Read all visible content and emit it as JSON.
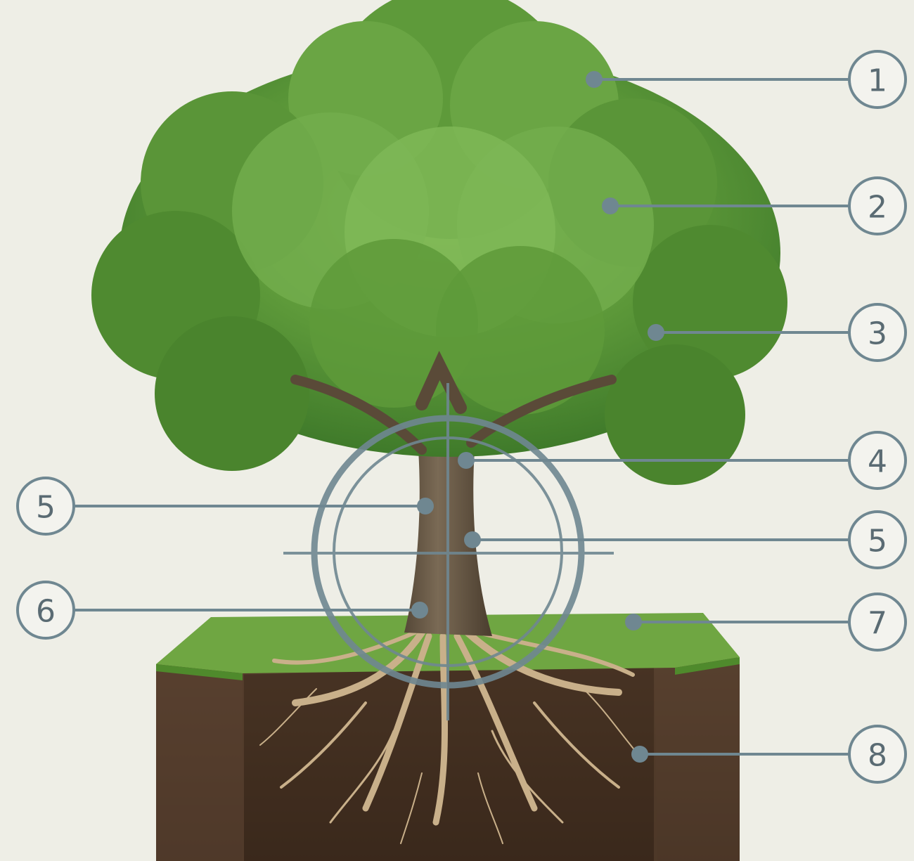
{
  "colors": {
    "background": "#eeeee6",
    "callout": "#6f8791",
    "callout_text": "#5a6b73",
    "foliage_dark": "#3f7a2a",
    "foliage_mid": "#5e9a3a",
    "foliage_light": "#8cc05a",
    "bark": "#6b5a45",
    "bark_dark": "#4a3d2e",
    "grass": "#6fa642",
    "soil": "#4d3727",
    "soil_dark": "#36251a",
    "root": "#c9b08a"
  },
  "callouts": [
    {
      "id": "c1",
      "number": "1"
    },
    {
      "id": "c2",
      "number": "2"
    },
    {
      "id": "c3",
      "number": "3"
    },
    {
      "id": "c4",
      "number": "4"
    },
    {
      "id": "c5r",
      "number": "5"
    },
    {
      "id": "c5l",
      "number": "5"
    },
    {
      "id": "c6",
      "number": "6"
    },
    {
      "id": "c7",
      "number": "7"
    },
    {
      "id": "c8",
      "number": "8"
    }
  ]
}
